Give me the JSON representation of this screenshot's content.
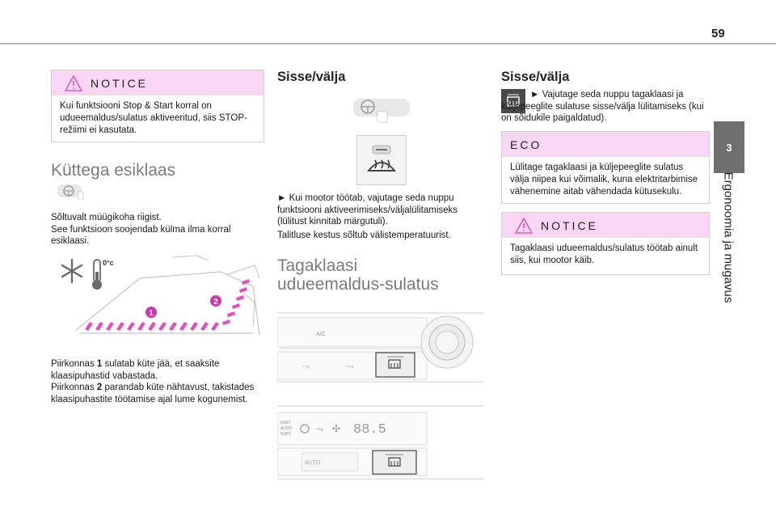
{
  "page": {
    "number": "59"
  },
  "side_tab": {
    "chapter_number": "3",
    "chapter_title": "Ergonoomia ja mugavus"
  },
  "col1": {
    "notice": {
      "title": "NOTICE",
      "text": "Kui funktsiooni Stop & Start korral on udueemaldus/sulatus aktiveeritud, siis STOP-režiimi ei kasutata."
    },
    "heading": "Küttega esiklaas",
    "intro_line1": "Sõltuvalt müügikoha riigist.",
    "intro_line2": "See funktsioon soojendab külma ilma korral esiklaasi.",
    "figure_temp_label": "0°c",
    "figure_zone1": "1",
    "figure_zone2": "2",
    "zone1_prefix": "Piirkonnas ",
    "zone1_num": "1",
    "zone1_text": " sulatab küte jää, et saaksite klaasipuhastid vabastada.",
    "zone2_prefix": "Piirkonnas ",
    "zone2_num": "2",
    "zone2_text": " parandab küte nähtavust, takistades klaasipuhastite töötamise ajal lume kogunemist."
  },
  "col2": {
    "heading": "Sisse/välja",
    "instruction": "► Kui mootor töötab, vajutage seda nuppu funktsiooni aktiveerimiseks/väljalülitamiseks (lülitust kinnitab märgutuli).",
    "duration_note": "Talitluse kestus sõltub välistemperatuurist.",
    "section_heading_line1": "Tagaklaasi",
    "section_heading_line2": "udueemaldus-sulatus",
    "panel1_ac_label": "A/C",
    "panel2_fast_label": "FAST",
    "panel2_auto_label": "AUTO",
    "panel2_soft_label": "SOFT",
    "panel2_display": "88.5",
    "panel2_auto_button": "AUTO"
  },
  "col3": {
    "heading": "Sisse/välja",
    "instruction": "► Vajutage seda nuppu tagaklaasi ja küljepeeglite sulatuse sisse/välja lülitamiseks (kui on sõidukile paigaldatud).",
    "eco": {
      "title": "ECO",
      "text": "Lülitage tagaklaasi ja küljepeeglite sulatus välja niipea kui võimalik, kuna elektritarbimise vähenemine aitab vähendada kütusekulu."
    },
    "notice": {
      "title": "NOTICE",
      "text": "Tagaklaasi udueemaldus/sulatus töötab ainult siis, kui mootor käib."
    }
  },
  "colors": {
    "callout_header": "#f9d7f4",
    "heat_arrow": "#e44fb8",
    "zone_marker": "#c83aa6",
    "warning": "#d64aa6"
  }
}
